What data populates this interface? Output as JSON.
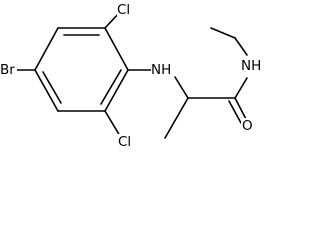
{
  "structure": {
    "atoms": {
      "br": "Br",
      "cl_top": "Cl",
      "cl_bottom": "Cl",
      "nh_amine": "NH",
      "nh_amide": "NH",
      "o": "O"
    }
  }
}
